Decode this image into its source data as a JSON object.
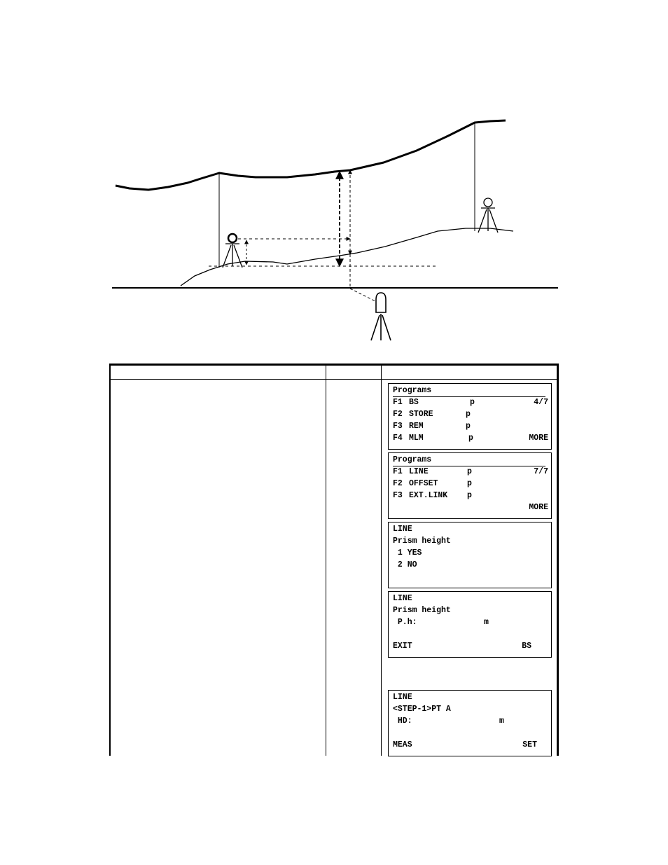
{
  "figure": {},
  "table": {
    "screens": [
      {
        "title": "Programs",
        "rows": [
          {
            "key": "F1",
            "name": "BS",
            "arrow": "p",
            "right": "4/7"
          },
          {
            "key": "F2",
            "name": "STORE",
            "arrow": "p",
            "right": ""
          },
          {
            "key": "F3",
            "name": "REM",
            "arrow": "p",
            "right": ""
          },
          {
            "key": "F4",
            "name": "MLM",
            "arrow": "p",
            "right": "MORE"
          }
        ]
      },
      {
        "title": "Programs",
        "rows": [
          {
            "key": "F1",
            "name": "LINE",
            "arrow": "p",
            "right": "7/7"
          },
          {
            "key": "F2",
            "name": "OFFSET",
            "arrow": "p",
            "right": ""
          },
          {
            "key": "F3",
            "name": "EXT.LINK",
            "arrow": "p",
            "right": ""
          },
          {
            "key": "",
            "name": "",
            "arrow": "",
            "right": "MORE"
          }
        ]
      },
      {
        "title": "LINE",
        "lines": [
          "Prism height",
          " 1 YES",
          " 2 NO"
        ]
      },
      {
        "title": "LINE",
        "lines": [
          "Prism height"
        ],
        "field": {
          "label": " P.h:",
          "unit": "m"
        },
        "softkeys": {
          "left": "EXIT",
          "right": "BS"
        }
      },
      {
        "title": "LINE",
        "lines": [
          "<STEP-1>PT A"
        ],
        "field": {
          "label": " HD:",
          "unit": "m"
        },
        "softkeys": {
          "left": "MEAS",
          "right": "SET"
        }
      }
    ]
  }
}
